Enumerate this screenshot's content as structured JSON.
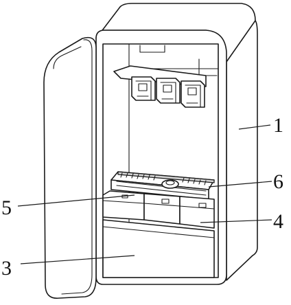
{
  "labels": {
    "one": "1",
    "three": "3",
    "four": "4",
    "five": "5",
    "six": "6"
  },
  "colors": {
    "stroke": "#1a1a1a",
    "shade": "#d4d4d4",
    "background": "#ffffff"
  }
}
